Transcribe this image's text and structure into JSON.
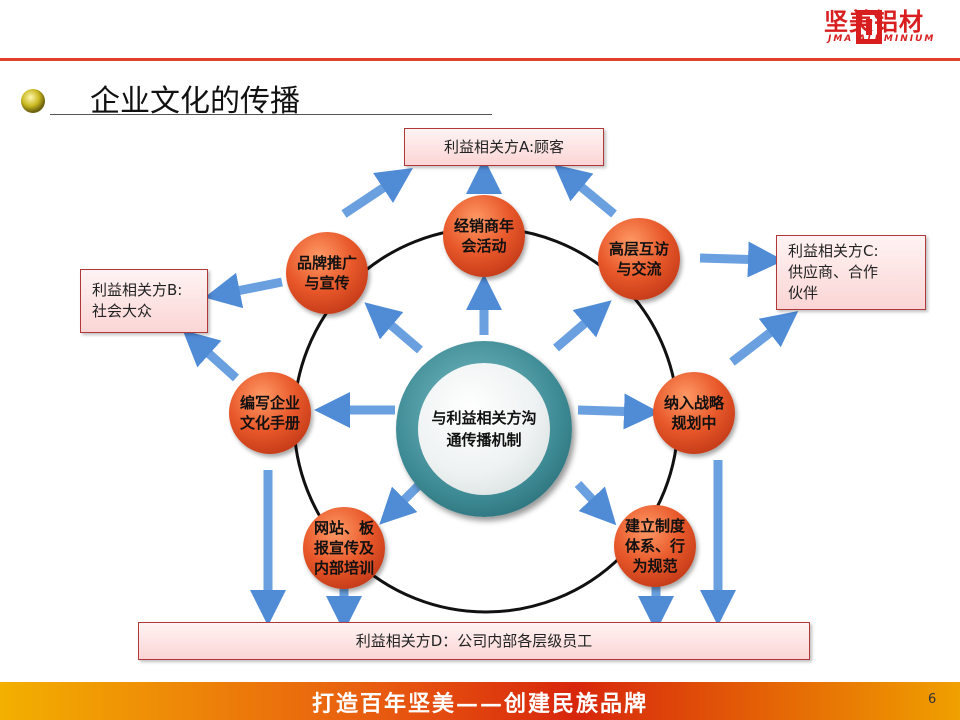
{
  "brand": {
    "name": "坚美铝材",
    "sub": "JMA ALUMINIUM",
    "color": "#d81e1e"
  },
  "slide": {
    "title": "企业文化的传播",
    "page_number": "6"
  },
  "center": {
    "label": "与利益相关方沟\n通传播机制"
  },
  "nodes": [
    {
      "id": "dealer",
      "label": "经销商年\n会活动"
    },
    {
      "id": "brand",
      "label": "品牌推广\n与宣传"
    },
    {
      "id": "exec",
      "label": "高层互访\n与交流"
    },
    {
      "id": "handbook",
      "label": "编写企业\n文化手册"
    },
    {
      "id": "strategy",
      "label": "纳入战略\n规划中"
    },
    {
      "id": "web",
      "label": "网站、板\n报宣传及\n内部培训"
    },
    {
      "id": "system",
      "label": "建立制度\n体系、行\n为规范"
    }
  ],
  "stakeholders": {
    "a": {
      "label": "利益相关方A:顾客"
    },
    "b": {
      "line1": "利益相关方B:",
      "line2": "社会大众"
    },
    "c": {
      "line1": "利益相关方C:",
      "line2": "供应商、合作",
      "line3": "伙伴"
    },
    "d": {
      "label": "利益相关方D：公司内部各层级员工"
    }
  },
  "footer": {
    "slogan": "打造百年坚美——创建民族品牌"
  },
  "colors": {
    "accent": "#e0402a",
    "node": "#e8582a",
    "center_ring": "#3d8a94",
    "arrow": "#5a96dc"
  }
}
